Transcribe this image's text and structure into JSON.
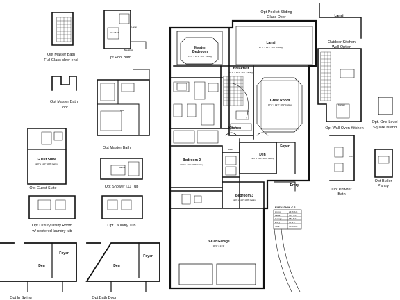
{
  "captions": {
    "opt_master_bath": "Opt Master Bath",
    "full_glass_shower": "Full Glass shwr encl",
    "opt_pool_bath": "Opt Pool Bath",
    "opt_master_bath_door_1": "Opt Master Bath",
    "opt_master_bath_door_2": "Door",
    "opt_guest_suite": "Opt Guest Suite",
    "opt_shower_tub": "Opt Shower I.O Tub",
    "opt_luxury_utility_1": "Opt Luxury Utility Room",
    "opt_luxury_utility_2": "w/ centered laundry tub",
    "opt_laundry_tub": "Opt Laundry Tub",
    "opt_in_swing": "Opt In Swing",
    "opt_bath_door": "Opt Bath Door",
    "opt_pocket_sliding_1": "Opt Pocket Sliding",
    "opt_pocket_sliding_2": "Glass Door",
    "outdoor_kitchen_1": "Outdoor Kitchen",
    "outdoor_kitchen_2": "Wall Option",
    "opt_wall_oven": "Opt Wall Oven Kitchen",
    "opt_one_level_1": "Opt. One Level",
    "opt_one_level_2": "Square Island",
    "opt_powder_1": "Opt Powder",
    "opt_powder_2": "Bath",
    "opt_butler_1": "Opt Butler",
    "opt_butler_2": "Pantry"
  },
  "rooms": {
    "master_bedroom": "Master",
    "master_bedroom_2": "Bedroom",
    "lanai": "Lanai",
    "lanai_top": "Lanai",
    "breakfast": "Breakfast",
    "great_room": "Great Room",
    "kitchen": "Kitchen",
    "kitchen_opt": "Kitchen",
    "den": "Den",
    "foyer": "Foyer",
    "bedroom_2": "Bedroom 2",
    "bedroom_3": "Bedroom 3",
    "bath": "Bath",
    "bath_2": "Bath 2",
    "guest_suite": "Guest Suite",
    "garage": "3-Car Garage",
    "entry": "Entry",
    "den_left": "Den",
    "foyer_left": "Foyer",
    "den_mid": "Den",
    "foyer_mid": "Foyer",
    "den_small": "Den",
    "pool_bath": "Pool Bath",
    "lanai_small": "Lanai",
    "breakfast_small": "Breakfast"
  },
  "dims": {
    "master": "15'4\" x 16'4\" 10'8\" Ceiling",
    "lanai": "27'0\" x 12'0\" 10'0\" Ceiling",
    "breakfast": "11'8\" x 12'0\" 10'0\" Ceiling",
    "great_room": "17'4\" x 19'0\" 10'4\" Ceiling",
    "den": "12'4\" x 12'0\" 10'8\" Ceiling",
    "bedroom_2": "12'4\" x 11'0\" 10'8\" Ceiling",
    "bedroom_3": "12'0\" x 11'0\" 10'8\" Ceiling",
    "guest_suite": "12'0\" x 11'0\" 10'8\" Ceiling",
    "garage": "30'0\" x 21'4\""
  },
  "elevation": {
    "title": "ELEVATION C-1",
    "rows": [
      {
        "label": "Living",
        "value": "2416 S.F."
      },
      {
        "label": "Lanai",
        "value": "365 S.F."
      },
      {
        "label": "Garage",
        "value": "683 S.F."
      },
      {
        "label": "Entry",
        "value": "66 S.F."
      },
      {
        "label": "Total",
        "value": "3530 S.F."
      }
    ]
  }
}
